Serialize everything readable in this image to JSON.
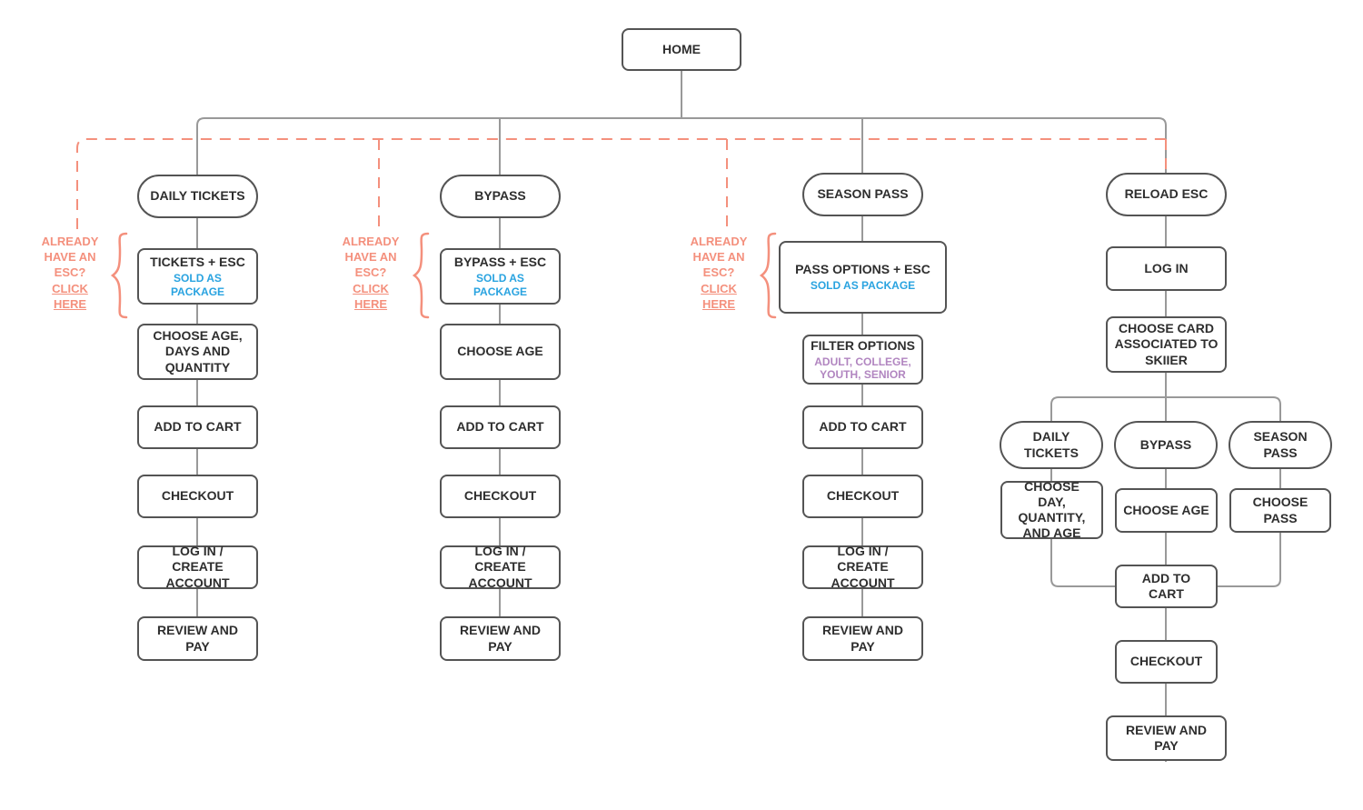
{
  "palette": {
    "border_gray": "#545454",
    "connector_gray": "#999999",
    "accent_salmon": "#F4907D",
    "accent_blue": "#29A3E0",
    "accent_purple": "#B185C0",
    "text_dark": "#2e2e2e"
  },
  "home": {
    "label": "HOME"
  },
  "esc_note": {
    "question": "ALREADY HAVE AN ESC?",
    "link": "CLICK HERE"
  },
  "columns": {
    "daily_tickets": {
      "root": "DAILY TICKETS",
      "package": {
        "title": "TICKETS + ESC",
        "subtitle": "SOLD AS PACKAGE"
      },
      "steps": [
        "CHOOSE AGE, DAYS AND QUANTITY",
        "ADD TO CART",
        "CHECKOUT",
        "LOG IN / CREATE ACCOUNT",
        "REVIEW AND PAY"
      ]
    },
    "bypass": {
      "root": "BYPASS",
      "package": {
        "title": "BYPASS + ESC",
        "subtitle": "SOLD AS PACKAGE"
      },
      "steps": [
        "CHOOSE AGE",
        "ADD TO CART",
        "CHECKOUT",
        "LOG IN / CREATE ACCOUNT",
        "REVIEW AND PAY"
      ]
    },
    "season_pass": {
      "root": "SEASON PASS",
      "package": {
        "title": "PASS OPTIONS + ESC",
        "subtitle": "SOLD AS PACKAGE"
      },
      "filter": {
        "title": "FILTER OPTIONS",
        "subtitle": "ADULT, COLLEGE, YOUTH, SENIOR"
      },
      "steps": [
        "ADD TO CART",
        "CHECKOUT",
        "LOG IN / CREATE ACCOUNT",
        "REVIEW AND PAY"
      ]
    },
    "reload_esc": {
      "root": "RELOAD ESC",
      "steps_top": [
        "LOG IN",
        "CHOOSE CARD ASSOCIATED TO SKIIER"
      ],
      "branches": [
        {
          "root": "DAILY TICKETS",
          "step": "CHOOSE DAY, QUANTITY, AND AGE"
        },
        {
          "root": "BYPASS",
          "step": "CHOOSE AGE"
        },
        {
          "root": "SEASON PASS",
          "step": "CHOOSE PASS"
        }
      ],
      "steps_bottom": [
        "ADD TO CART",
        "CHECKOUT",
        "REVIEW AND PAY"
      ]
    }
  }
}
